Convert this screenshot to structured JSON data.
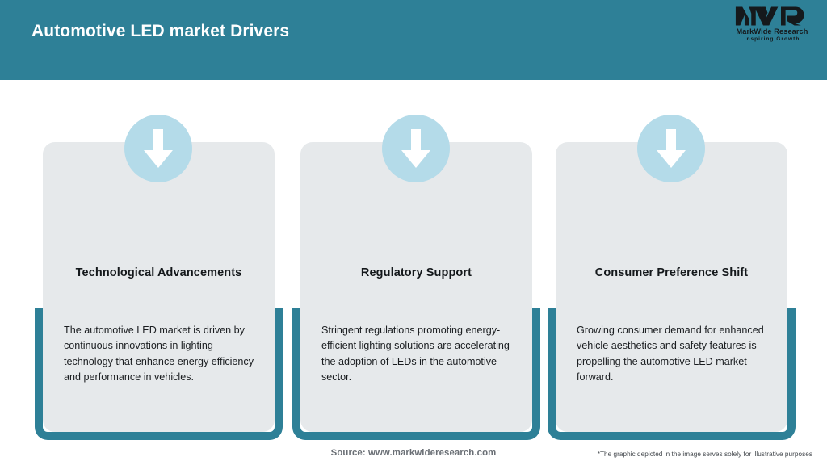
{
  "header": {
    "title": "Automotive LED market Drivers",
    "background_color": "#2e8097",
    "title_color": "#ffffff"
  },
  "logo": {
    "mark": "MWR",
    "name": "MarkWide Research",
    "tagline": "Inspiring Growth"
  },
  "theme": {
    "accent": "#2e8097",
    "card_bg": "#e6e9eb",
    "circle_bg": "#b4dbe9",
    "arrow": "#ffffff"
  },
  "cards": [
    {
      "icon": "arrow-down-icon",
      "title": "Technological Advancements",
      "body": "The automotive LED market is driven by continuous innovations in lighting technology that enhance energy efficiency and performance in vehicles."
    },
    {
      "icon": "arrow-down-icon",
      "title": "Regulatory Support",
      "body": "Stringent regulations promoting energy-efficient lighting solutions are accelerating the adoption of LEDs in the automotive sector."
    },
    {
      "icon": "arrow-down-icon",
      "title": "Consumer Preference Shift",
      "body": "Growing consumer demand for enhanced vehicle aesthetics and safety features is propelling the automotive LED market forward."
    }
  ],
  "footer": {
    "source": "Source: www.markwideresearch.com",
    "disclaimer": "*The graphic depicted in the image serves solely for illustrative purposes"
  }
}
